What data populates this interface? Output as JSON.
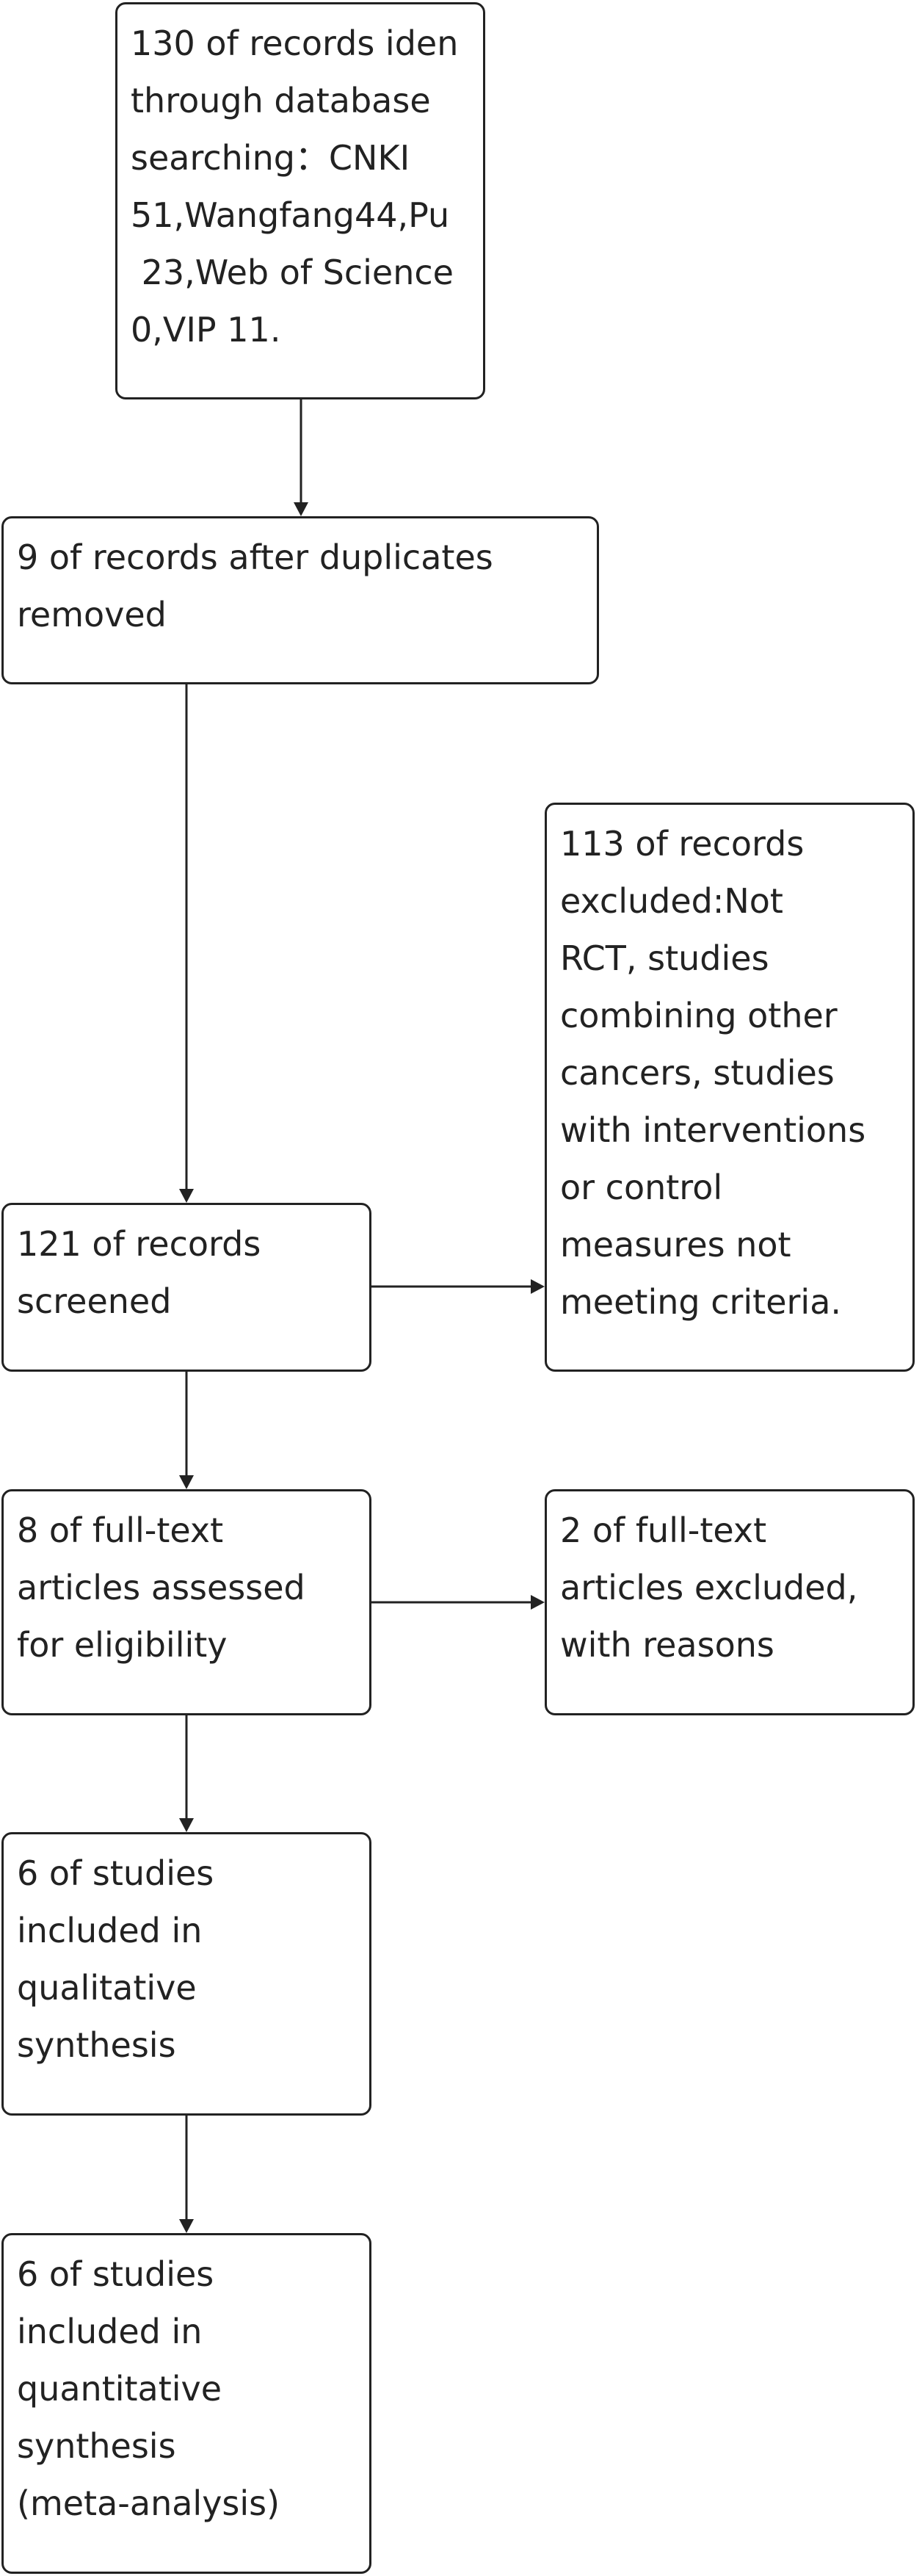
{
  "boxes": {
    "identified": {
      "lines": [
        "130 of records iden",
        "through database",
        "searching：CNKI",
        "51,Wangfang44,Pu",
        " 23,Web of Science",
        "0,VIP 11."
      ]
    },
    "duplicates_removed": {
      "lines": [
        "9 of records after duplicates",
        "removed"
      ]
    },
    "records_excluded": {
      "lines": [
        "113 of records",
        "excluded:Not",
        "RCT, studies",
        "combining other",
        "cancers, studies",
        "with interventions",
        "or control",
        "measures not",
        "meeting criteria."
      ]
    },
    "screened": {
      "lines": [
        "121 of records",
        "screened"
      ]
    },
    "fulltext_assessed": {
      "lines": [
        "8 of full-text",
        "articles assessed",
        "for eligibility"
      ]
    },
    "fulltext_excluded": {
      "lines": [
        "2 of full-text",
        "articles excluded,",
        "with reasons"
      ]
    },
    "qualitative": {
      "lines": [
        "6 of studies",
        "included in",
        "qualitative",
        "synthesis"
      ]
    },
    "quantitative": {
      "lines": [
        "6 of studies",
        "included in",
        "quantitative",
        "synthesis",
        "(meta-analysis)"
      ]
    }
  },
  "colors": {
    "stroke": "#222222",
    "text": "#222222",
    "background": "#ffffff"
  }
}
